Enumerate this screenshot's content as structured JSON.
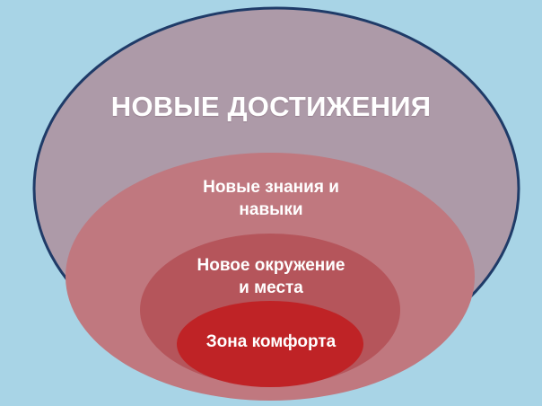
{
  "diagram": {
    "levels": [
      {
        "id": "outer",
        "lines": [
          "НОВЫЕ ДОСТИЖЕНИЯ"
        ],
        "color": "#ad9aa8"
      },
      {
        "id": "second",
        "lines": [
          "Новые знания и",
          "навыки"
        ],
        "color": "#c0787f"
      },
      {
        "id": "third",
        "lines": [
          "Новое окружение",
          "и места"
        ],
        "color": "#b5555b"
      },
      {
        "id": "core",
        "lines": [
          "Зона комфорта"
        ],
        "color": "#bf2326"
      }
    ],
    "outline_color": "#1f3b68",
    "background_color": "#a8d4e6"
  }
}
